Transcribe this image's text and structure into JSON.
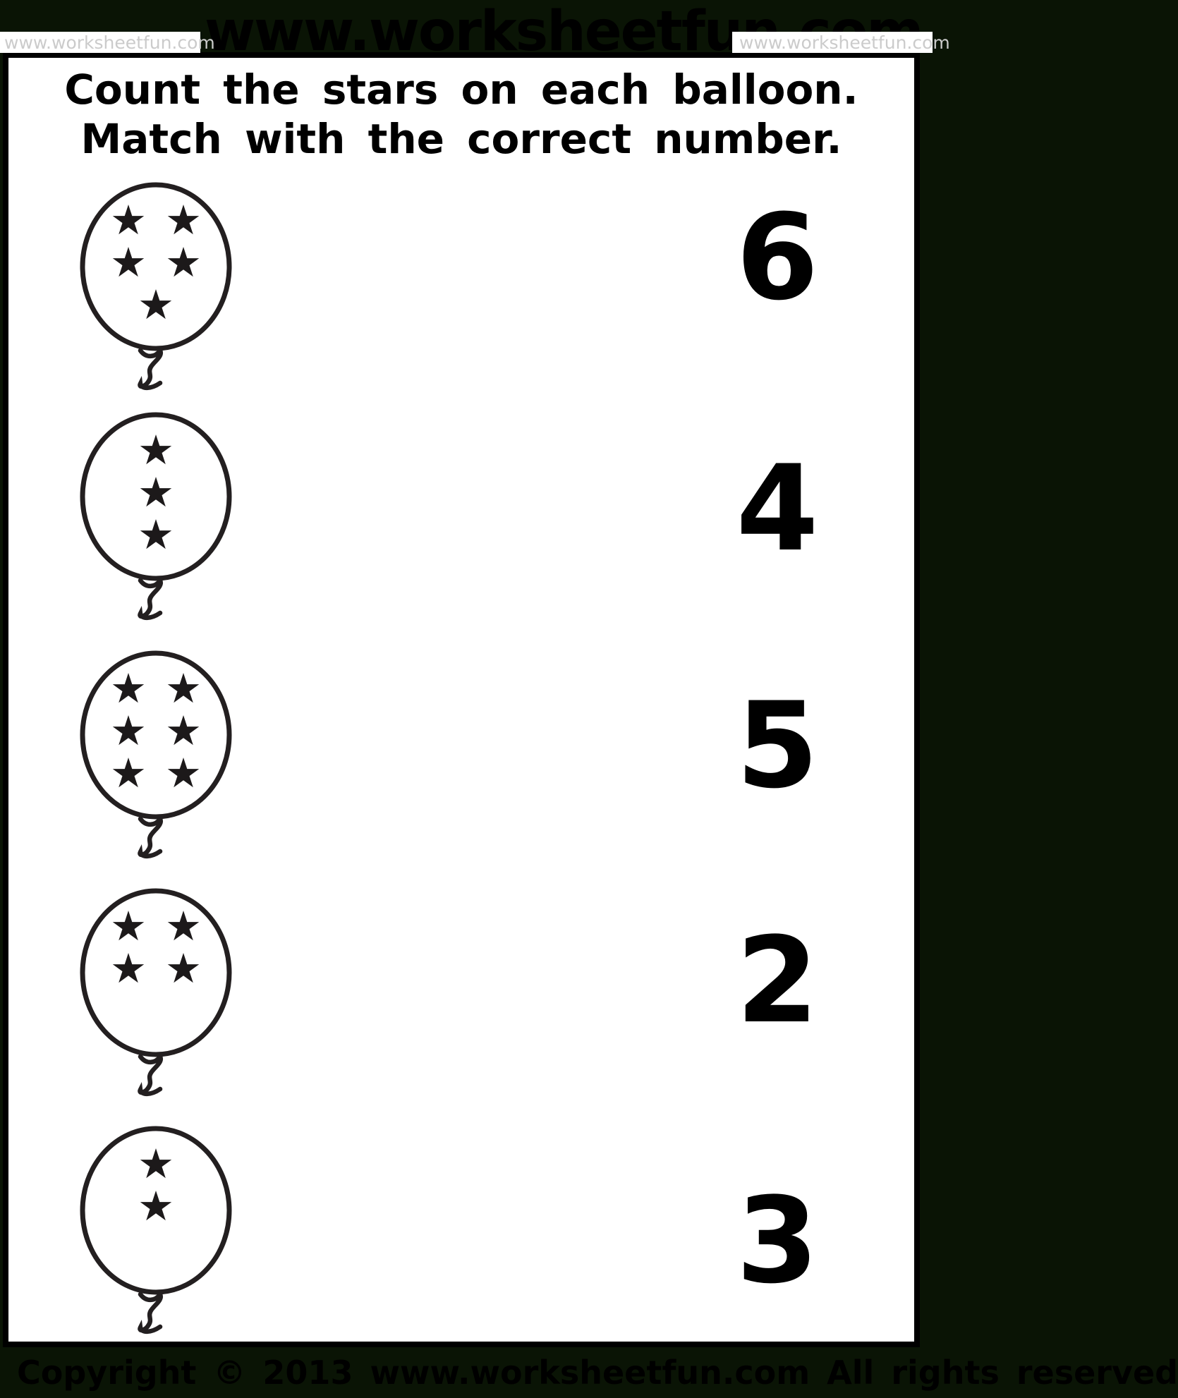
{
  "watermarks": {
    "large": "www.worksheetfun.com",
    "corner_left": "www.worksheetfun.com",
    "corner_right": "www.worksheetfun.com"
  },
  "title": {
    "line1": "Count the stars on each balloon.",
    "line2": "Match with the correct number."
  },
  "rows": [
    {
      "balloon_stars": 5,
      "star_rows": [
        2,
        2,
        1
      ],
      "number": "6"
    },
    {
      "balloon_stars": 3,
      "star_rows": [
        1,
        1,
        1
      ],
      "number": "4"
    },
    {
      "balloon_stars": 6,
      "star_rows": [
        2,
        2,
        2
      ],
      "number": "5"
    },
    {
      "balloon_stars": 4,
      "star_rows": [
        2,
        2
      ],
      "number": "2"
    },
    {
      "balloon_stars": 2,
      "star_rows": [
        1,
        1
      ],
      "number": "3"
    }
  ],
  "footer": {
    "copyright": "Copyright © 2013 www.worksheetfun.com All rights reserved"
  },
  "icons": {
    "star": "★"
  },
  "colors": {
    "background": "#0a1405",
    "paper": "#ffffff",
    "ink": "#000000",
    "drawing_outline": "#231f20",
    "watermark_gray": "#cbcbcb"
  }
}
